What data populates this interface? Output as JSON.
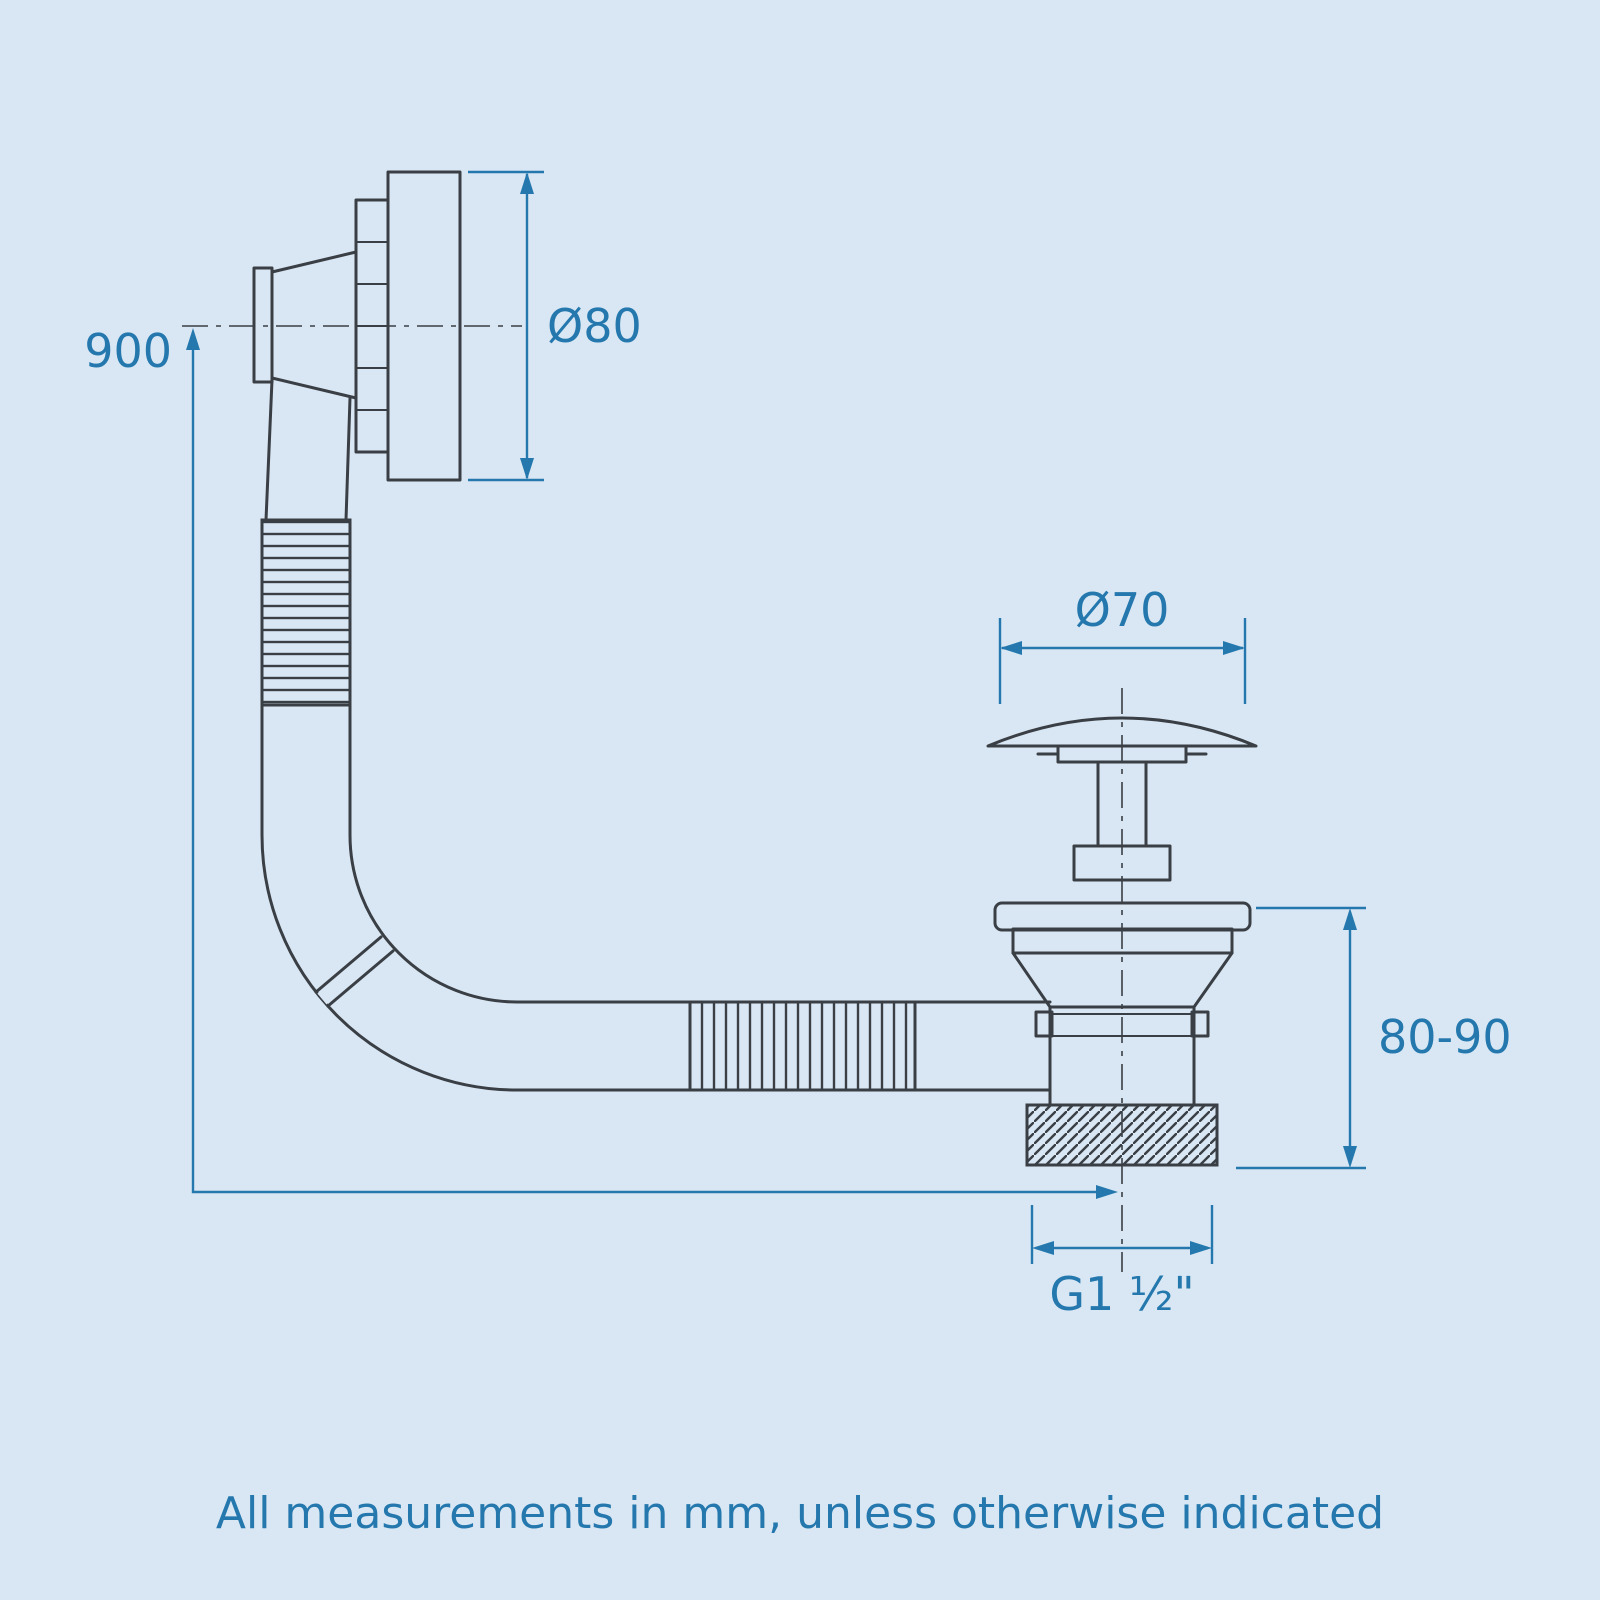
{
  "colors": {
    "bg": "#d9e7f4",
    "line": "#3a3f45",
    "accent": "#2478ad"
  },
  "diagram": {
    "dimensions": {
      "overflow_height": "900",
      "overflow_diameter": "Ø80",
      "plug_cap_diameter": "Ø70",
      "waste_body_height": "80-90",
      "thread_size": "G1 ½\""
    },
    "footer": "All measurements in mm, unless otherwise indicated"
  }
}
